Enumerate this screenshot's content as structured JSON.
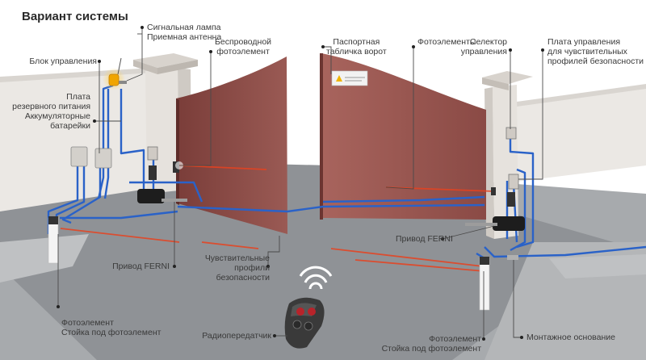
{
  "title": "Вариант системы",
  "labels": {
    "signal_lamp": "Сигнальная лампа",
    "receiver_antenna": "Приемная антенна",
    "control_unit": "Блок управления",
    "backup_board": "Плата\nрезервного питания\nАккумуляторные\nбатарейки",
    "wireless_photo": "Беспроводной\nфотоэлемент",
    "gate_plate": "Паспортная\nтабличка ворот",
    "photocells_top": "Фотоэлементы",
    "selector": "Селектор\nуправления",
    "control_board": "Плата управления\nдля чувствительных\nпрофилей безопасности",
    "drive_right": "Привод FERNI",
    "drive_left": "Привод FERNI",
    "sensitive_profiles": "Чувствительные\nпрофили\nбезопасности",
    "photocell_left": "Фотоэлемент\nСтойка под фотоэлемент",
    "transmitter": "Радиопередатчик",
    "photocell_right": "Фотоэлемент\nСтойка под фотоэлемент",
    "mounting_base": "Монтажное основание"
  },
  "colors": {
    "cable": "#2a62c8",
    "beam": "#e8421f",
    "gate": "#8e4e48",
    "road": "#9b9ea1",
    "wall": "#eae6e2",
    "leader": "#555555"
  }
}
